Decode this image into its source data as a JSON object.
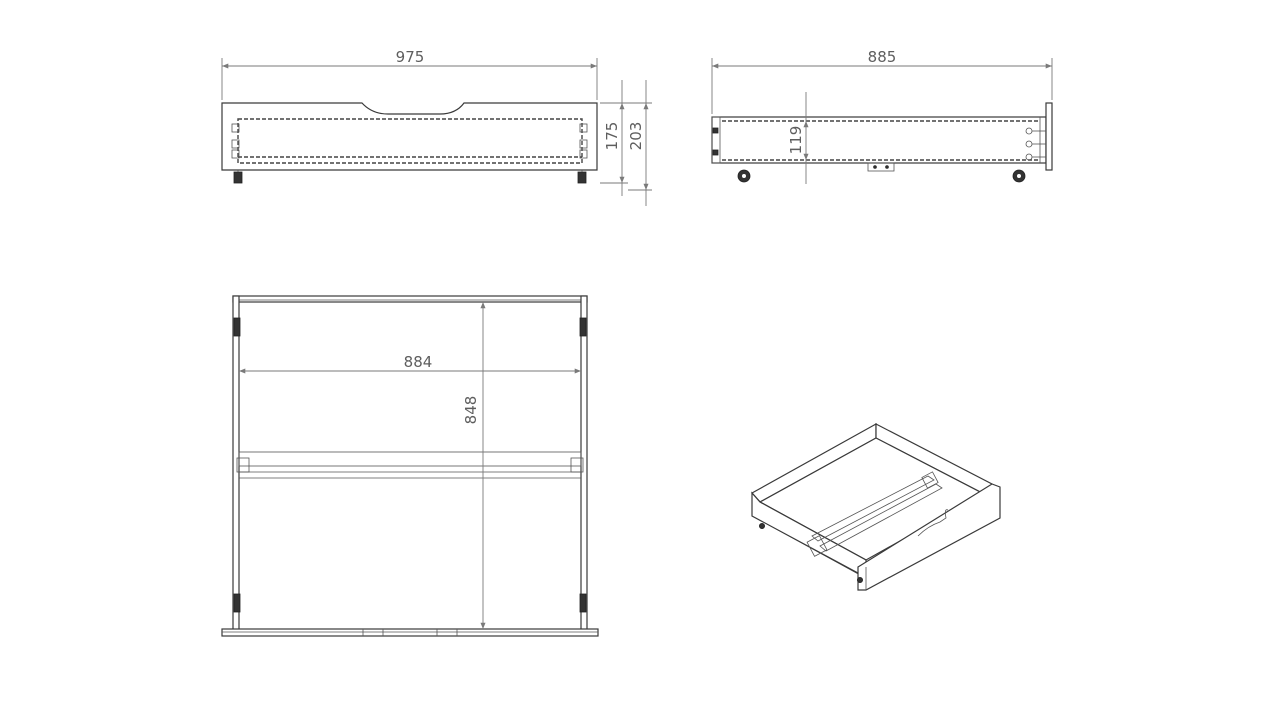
{
  "colors": {
    "line": "#3a3a3a",
    "dimension": "#7a7a7a",
    "dimension_text": "#5e5e5e",
    "background": "#ffffff"
  },
  "dimensions": {
    "front_width": "975",
    "front_inner_height": "175",
    "front_total_height": "203",
    "side_length": "885",
    "side_inner_height": "119",
    "top_inner_width": "884",
    "top_inner_depth": "848"
  }
}
